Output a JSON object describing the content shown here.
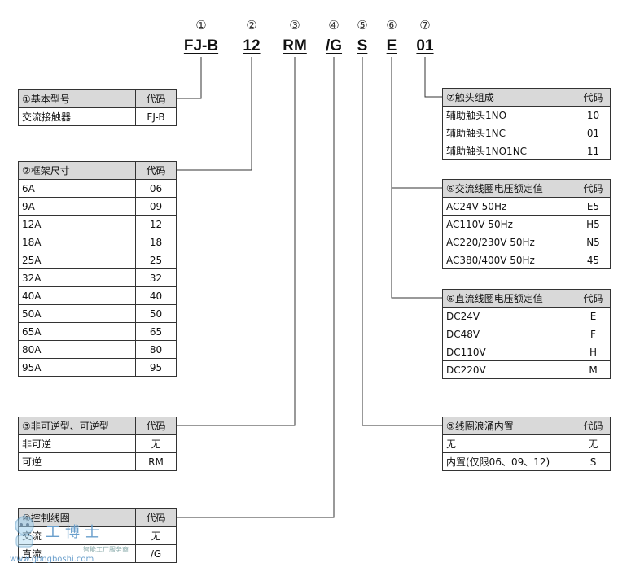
{
  "header": {
    "positions": [
      {
        "num": "①",
        "code": "FJ-B"
      },
      {
        "num": "②",
        "code": "12"
      },
      {
        "num": "③",
        "code": "RM"
      },
      {
        "num": "④",
        "code": "/G"
      },
      {
        "num": "⑤",
        "code": "S"
      },
      {
        "num": "⑥",
        "code": "E"
      },
      {
        "num": "⑦",
        "code": "01"
      }
    ]
  },
  "tables": {
    "basic_model": {
      "title": "①基本型号",
      "code_header": "代码",
      "rows": [
        [
          "交流接触器",
          "FJ-B"
        ]
      ]
    },
    "frame_size": {
      "title": "②框架尺寸",
      "code_header": "代码",
      "rows": [
        [
          "6A",
          "06"
        ],
        [
          "9A",
          "09"
        ],
        [
          "12A",
          "12"
        ],
        [
          "18A",
          "18"
        ],
        [
          "25A",
          "25"
        ],
        [
          "32A",
          "32"
        ],
        [
          "40A",
          "40"
        ],
        [
          "50A",
          "50"
        ],
        [
          "65A",
          "65"
        ],
        [
          "80A",
          "80"
        ],
        [
          "95A",
          "95"
        ]
      ]
    },
    "reversible": {
      "title": "③非可逆型、可逆型",
      "code_header": "代码",
      "rows": [
        [
          "非可逆",
          "无"
        ],
        [
          "可逆",
          "RM"
        ]
      ]
    },
    "control_coil": {
      "title": "④控制线圈",
      "code_header": "代码",
      "rows": [
        [
          "交流",
          "无"
        ],
        [
          "直流",
          "/G"
        ]
      ]
    },
    "contacts": {
      "title": "⑦触头组成",
      "code_header": "代码",
      "rows": [
        [
          "辅助触头1NO",
          "10"
        ],
        [
          "辅助触头1NC",
          "01"
        ],
        [
          "辅助触头1NO1NC",
          "11"
        ]
      ]
    },
    "ac_voltage": {
      "title": "⑥交流线圈电压额定值",
      "code_header": "代码",
      "rows": [
        [
          "AC24V 50Hz",
          "E5"
        ],
        [
          "AC110V 50Hz",
          "H5"
        ],
        [
          "AC220/230V 50Hz",
          "N5"
        ],
        [
          "AC380/400V 50Hz",
          "45"
        ]
      ]
    },
    "dc_voltage": {
      "title": "⑥直流线圈电压额定值",
      "code_header": "代码",
      "rows": [
        [
          "DC24V",
          "E"
        ],
        [
          "DC48V",
          "F"
        ],
        [
          "DC110V",
          "H"
        ],
        [
          "DC220V",
          "M"
        ]
      ]
    },
    "surge": {
      "title": "⑤线圈浪涌内置",
      "code_header": "代码",
      "rows": [
        [
          "无",
          "无"
        ],
        [
          "内置(仅限06、09、12)",
          "S"
        ]
      ]
    }
  },
  "watermark": {
    "name": "工博士",
    "slogan": "智能工厂服务商",
    "url": "www.gongboshi.com"
  },
  "colors": {
    "border": "#333333",
    "header_bg": "#d9d9d9",
    "watermark": "#6a9fcc"
  }
}
